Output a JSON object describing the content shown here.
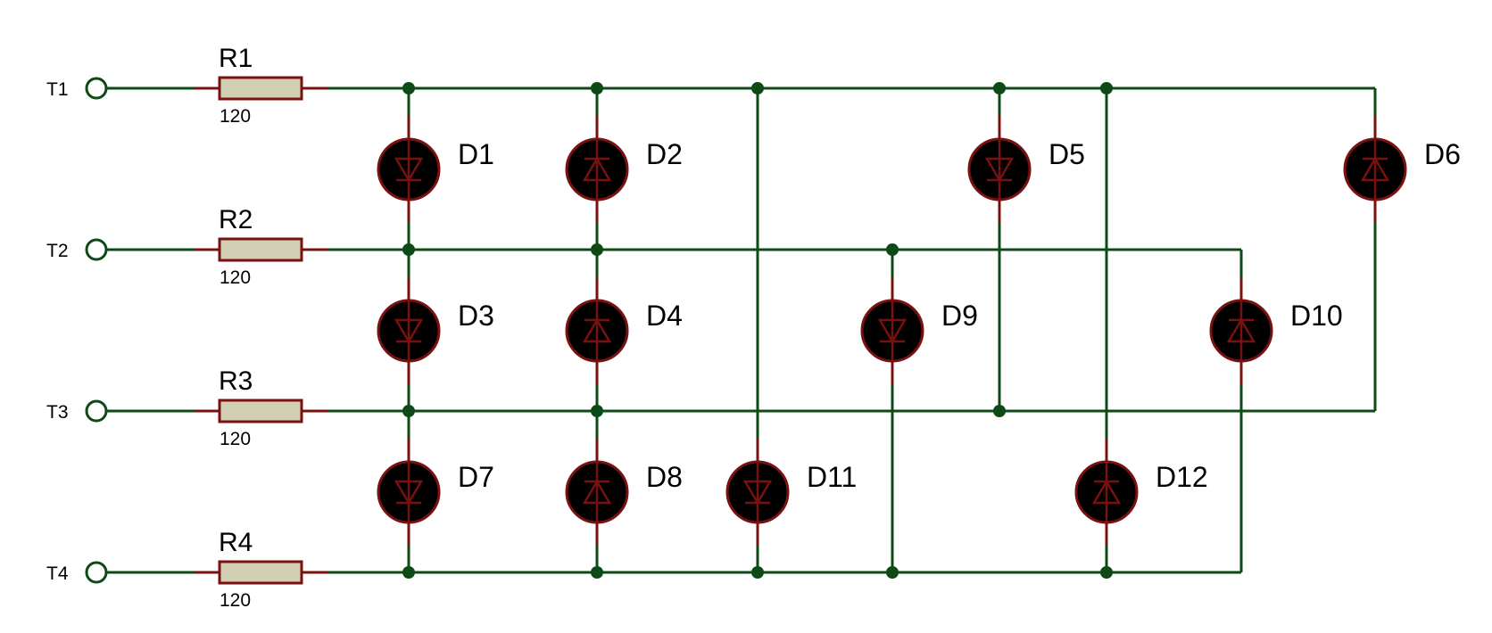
{
  "colors": {
    "wire": "#0e4a15",
    "pin": "#7a1111",
    "resistor_fill": "#d2d0b4",
    "led_body": "#000000",
    "led_outline": "#7a1111",
    "junction": "#0e4a15",
    "terminal": "#0e4a15",
    "background": "#ffffff"
  },
  "terminals": [
    {
      "label": "T1"
    },
    {
      "label": "T2"
    },
    {
      "label": "T3"
    },
    {
      "label": "T4"
    }
  ],
  "resistors": [
    {
      "ref": "R1",
      "value": "120"
    },
    {
      "ref": "R2",
      "value": "120"
    },
    {
      "ref": "R3",
      "value": "120"
    },
    {
      "ref": "R4",
      "value": "120"
    }
  ],
  "leds": [
    {
      "ref": "D1",
      "direction": "down"
    },
    {
      "ref": "D2",
      "direction": "up"
    },
    {
      "ref": "D3",
      "direction": "down"
    },
    {
      "ref": "D4",
      "direction": "up"
    },
    {
      "ref": "D5",
      "direction": "down"
    },
    {
      "ref": "D6",
      "direction": "up"
    },
    {
      "ref": "D7",
      "direction": "down"
    },
    {
      "ref": "D8",
      "direction": "up"
    },
    {
      "ref": "D9",
      "direction": "down"
    },
    {
      "ref": "D10",
      "direction": "up"
    },
    {
      "ref": "D11",
      "direction": "down"
    },
    {
      "ref": "D12",
      "direction": "up"
    }
  ]
}
